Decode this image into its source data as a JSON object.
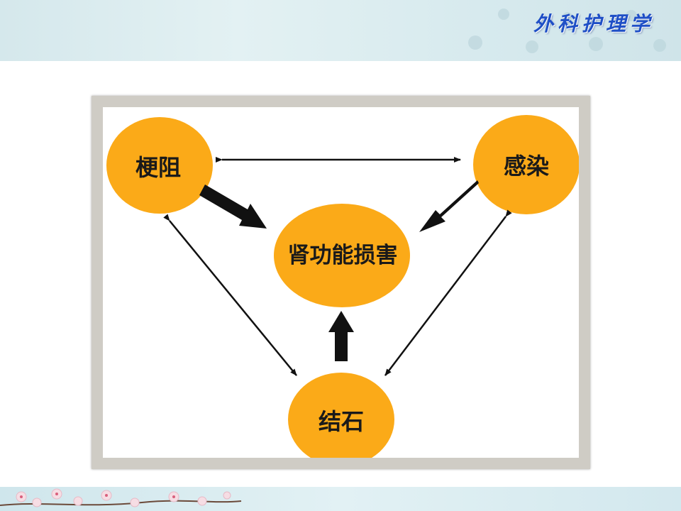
{
  "header": {
    "title": "外科护理学"
  },
  "diagram": {
    "nodes": {
      "obstruction": "梗阻",
      "infection": "感染",
      "renal_damage": "肾功能损害",
      "stone": "结石"
    }
  },
  "colors": {
    "node_fill": "#FBAA18",
    "arrow": "#111111",
    "title": "#1F4FC6"
  }
}
